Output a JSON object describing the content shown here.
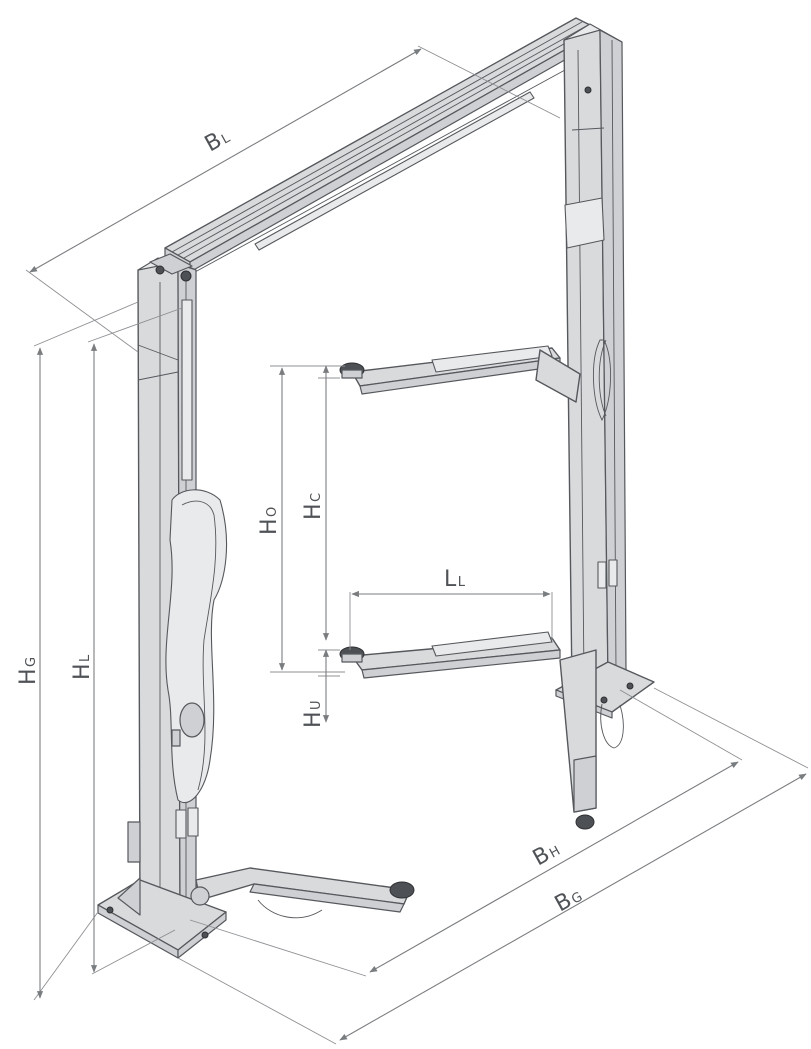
{
  "labels": {
    "BL": [
      "B",
      "L"
    ],
    "HG": [
      "H",
      "G"
    ],
    "HL": [
      "H",
      "L"
    ],
    "HO": [
      "H",
      "O"
    ],
    "HC": [
      "H",
      "C"
    ],
    "LL": [
      "L",
      "L"
    ],
    "HU": [
      "H",
      "U"
    ],
    "BH": [
      "B",
      "H"
    ],
    "BG": [
      "B",
      "G"
    ]
  },
  "colors": {
    "steel": "#d9dadc",
    "outline": "#55585c",
    "dimension": "#7a7d80"
  }
}
